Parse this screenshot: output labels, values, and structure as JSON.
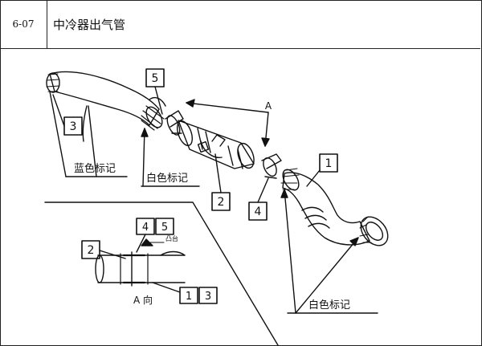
{
  "header": {
    "code": "6-07",
    "title": "中冷器出气管"
  },
  "callouts": {
    "n1": "1",
    "n2": "2",
    "n3": "3",
    "n4": "4",
    "n5": "5",
    "arrow_a": "A",
    "blue_mark": "蓝色标记",
    "white_mark": "白色标记",
    "white_mark_right": "白色标记"
  },
  "detail": {
    "n2": "2",
    "n4": "4",
    "n5": "5",
    "n1": "1",
    "n3": "3",
    "boss": "凸台",
    "view": "A 向"
  }
}
